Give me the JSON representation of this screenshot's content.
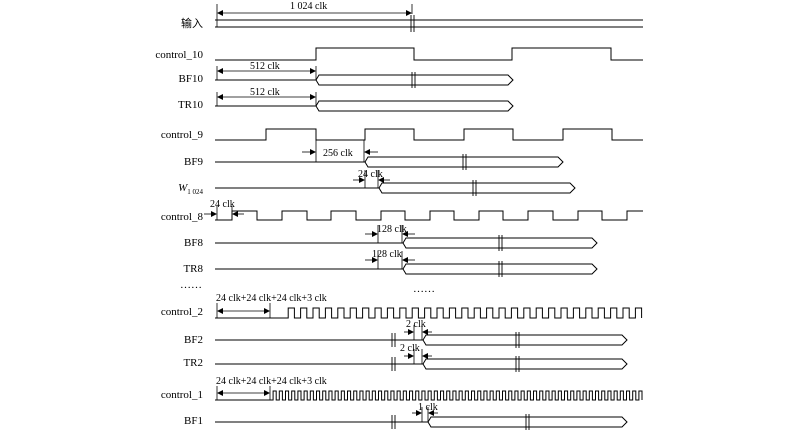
{
  "signals": [
    {
      "id": "input",
      "label": "输入"
    },
    {
      "id": "control_10",
      "label": "control_10"
    },
    {
      "id": "bf10",
      "label": "BF10"
    },
    {
      "id": "tr10",
      "label": "TR10"
    },
    {
      "id": "control_9",
      "label": "control_9"
    },
    {
      "id": "bf9",
      "label": "BF9"
    },
    {
      "id": "w1024",
      "label": "W",
      "subscript": "1 024"
    },
    {
      "id": "control_8",
      "label": "control_8"
    },
    {
      "id": "bf8",
      "label": "BF8"
    },
    {
      "id": "tr8",
      "label": "TR8"
    },
    {
      "id": "ellipsis_left",
      "label": "……"
    },
    {
      "id": "control_2",
      "label": "control_2"
    },
    {
      "id": "bf2",
      "label": "BF2"
    },
    {
      "id": "tr2",
      "label": "TR2"
    },
    {
      "id": "control_1",
      "label": "control_1"
    },
    {
      "id": "bf1",
      "label": "BF1"
    }
  ],
  "annotations": {
    "input_span": "1 024 clk",
    "bf10_span": "512 clk",
    "tr10_span": "512 clk",
    "bf9_span": "256 clk",
    "w1024_span": "24 clk",
    "control8_span": "24 clk",
    "bf8_span": "128 clk",
    "tr8_span": "128 clk",
    "ellipsis_mid": "……",
    "control2_span": "24 clk+24 clk+24 clk+3 clk",
    "bf2_span": "2 clk",
    "tr2_span": "2 clk",
    "control1_span": "24 clk+24 clk+24 clk+3 clk",
    "bf1_span": "1 clk"
  }
}
